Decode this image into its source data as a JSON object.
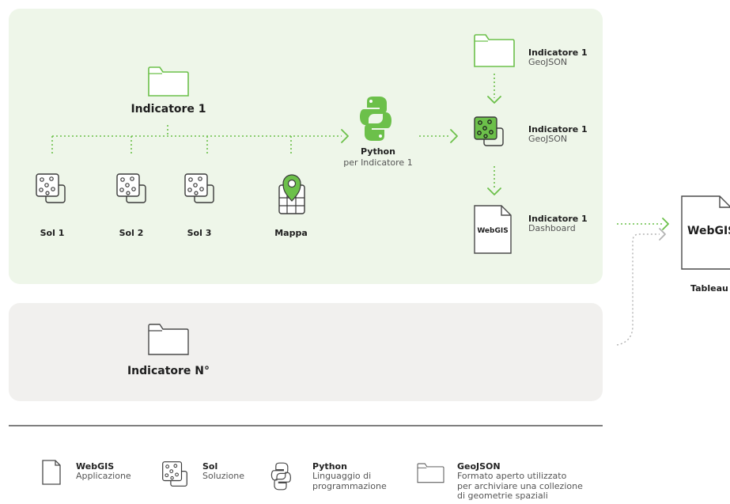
{
  "colors": {
    "green": "#6cc04a",
    "green_panel": "#eef6e9",
    "grey_panel": "#f1f0ee",
    "stroke": "#4a4a4a",
    "grey_arrow": "#b3b3b3"
  },
  "flow": {
    "indicator_top": "Indicatore 1",
    "indicator_bottom": "Indicatore N°",
    "sources": [
      {
        "label": "Sol 1",
        "icon": "sol-icon"
      },
      {
        "label": "Sol 2",
        "icon": "sol-icon"
      },
      {
        "label": "Sol 3",
        "icon": "sol-icon"
      },
      {
        "label": "Mappa",
        "icon": "map-pin-icon"
      }
    ],
    "python": {
      "title": "Python",
      "subtitle": "per Indicatore 1"
    },
    "outputs": [
      {
        "title": "Indicatore 1",
        "subtitle": "GeoJSON",
        "icon": "folder-icon"
      },
      {
        "title": "Indicatore 1",
        "subtitle": "GeoJSON",
        "icon": "sol-icon"
      },
      {
        "title": "Indicatore 1",
        "subtitle": "Dashboard",
        "icon": "webgis-document-icon",
        "doc_label": "WebGIS"
      }
    ],
    "tableau": {
      "doc_label": "WebGIS",
      "caption": "Tableau"
    }
  },
  "legend": [
    {
      "icon": "webgis-document-icon",
      "title": "WebGIS",
      "desc": [
        "Applicazione"
      ]
    },
    {
      "icon": "sol-icon",
      "title": "Sol",
      "desc": [
        "Soluzione"
      ]
    },
    {
      "icon": "python-icon",
      "title": "Python",
      "desc": [
        "Linguaggio di",
        "programmazione"
      ]
    },
    {
      "icon": "folder-icon",
      "title": "GeoJSON",
      "desc": [
        "Formato aperto utilizzato",
        "per archiviare una collezione",
        "di geometrie spaziali"
      ]
    }
  ]
}
